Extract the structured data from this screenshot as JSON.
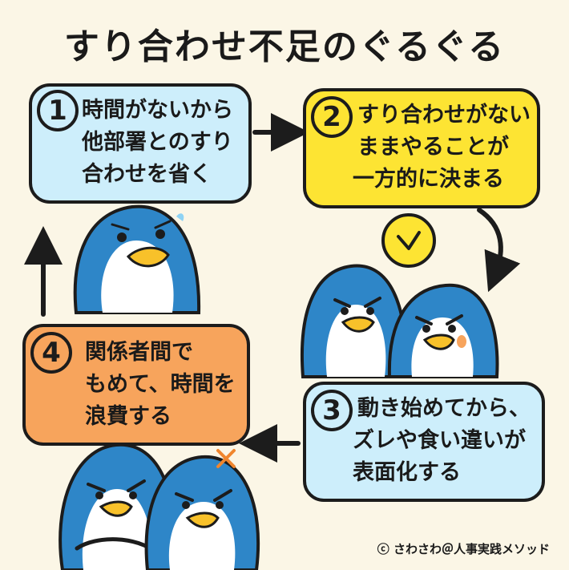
{
  "title": "すり合わせ不足のぐるぐる",
  "steps": [
    {
      "number": "1",
      "lines": [
        "時間がないから",
        "他部署とのすり",
        "合わせを省く"
      ]
    },
    {
      "number": "2",
      "lines": [
        "すり合わせがない",
        "ままやることが",
        "一方的に決まる"
      ]
    },
    {
      "number": "3",
      "lines": [
        "動き始めてから、",
        "ズレや食い違いが",
        "表面化する"
      ]
    },
    {
      "number": "4",
      "lines": [
        "関係者間で",
        "もめて、時間を",
        "浪費する"
      ]
    }
  ],
  "credit": "ⓒ さわさわ＠人事実践メソッド",
  "colors": {
    "box1": "#cdeefb",
    "box2": "#fde433",
    "box3": "#cdeefb",
    "box4": "#f7a45c",
    "penguin": "#2e86c8",
    "beak": "#f8c12a",
    "background": "#fbf6e6"
  }
}
